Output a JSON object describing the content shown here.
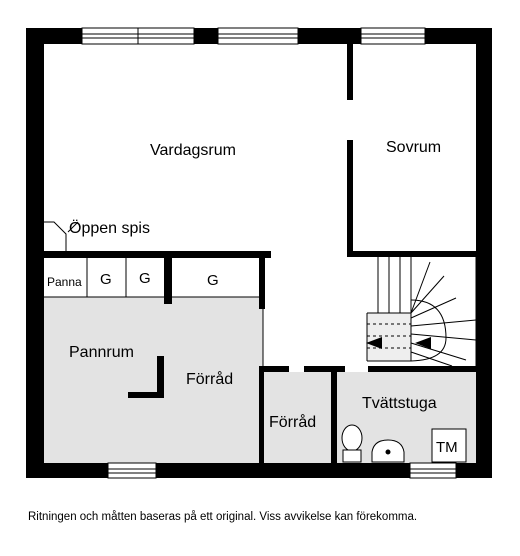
{
  "plan": {
    "rooms": {
      "vardagsrum": "Vardagsrum",
      "sovrum": "Sovrum",
      "oppen_spis": "Öppen spis",
      "panna": "Panna",
      "g1": "G",
      "g2": "G",
      "g3": "G",
      "pannrum": "Pannrum",
      "forrad_left": "Förråd",
      "forrad_mid": "Förråd",
      "tvattstuga": "Tvättstuga",
      "tm": "TM"
    },
    "colors": {
      "wall": "#000000",
      "grey_floor": "#e3e3e3",
      "stair_floor": "#eeeeee"
    }
  },
  "footer": {
    "disclaimer": "Ritningen och måtten baseras på ett original. Viss avvikelse kan förekomma."
  }
}
